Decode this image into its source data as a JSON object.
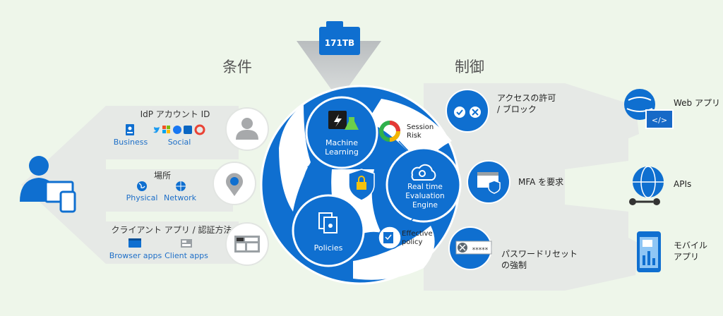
{
  "storage_label": "171TB",
  "headings": {
    "conditions": "条件",
    "controls": "制御"
  },
  "conditions": {
    "idp": {
      "title": "IdP アカウント ID",
      "business": "Business",
      "social": "Social"
    },
    "location": {
      "title": "場所",
      "physical": "Physical",
      "network": "Network"
    },
    "client": {
      "title": "クライアント アプリ / 認証方法",
      "browser": "Browser apps",
      "client": "Client apps"
    }
  },
  "engine": {
    "ml": [
      "Machine",
      "Learning"
    ],
    "session": [
      "Session",
      "Risk"
    ],
    "realtime": [
      "Real time",
      "Evaluation",
      "Engine"
    ],
    "policies": "Policies",
    "effective": [
      "Effective",
      "policy"
    ]
  },
  "controls": {
    "access": [
      "アクセスの許可",
      "/ ブロック"
    ],
    "mfa": "MFA を要求",
    "password": [
      "パスワードリセット",
      "の強制"
    ],
    "password_mask": "*****"
  },
  "resources": {
    "web": "Web アプリ",
    "apis": "APIs",
    "mobile": [
      "モバイル",
      "アプリ"
    ]
  },
  "colors": {
    "primary": "#0f6fd0",
    "background": "#eef6ea",
    "band": "#e6e9e6",
    "accent": "#1e6fc8"
  }
}
